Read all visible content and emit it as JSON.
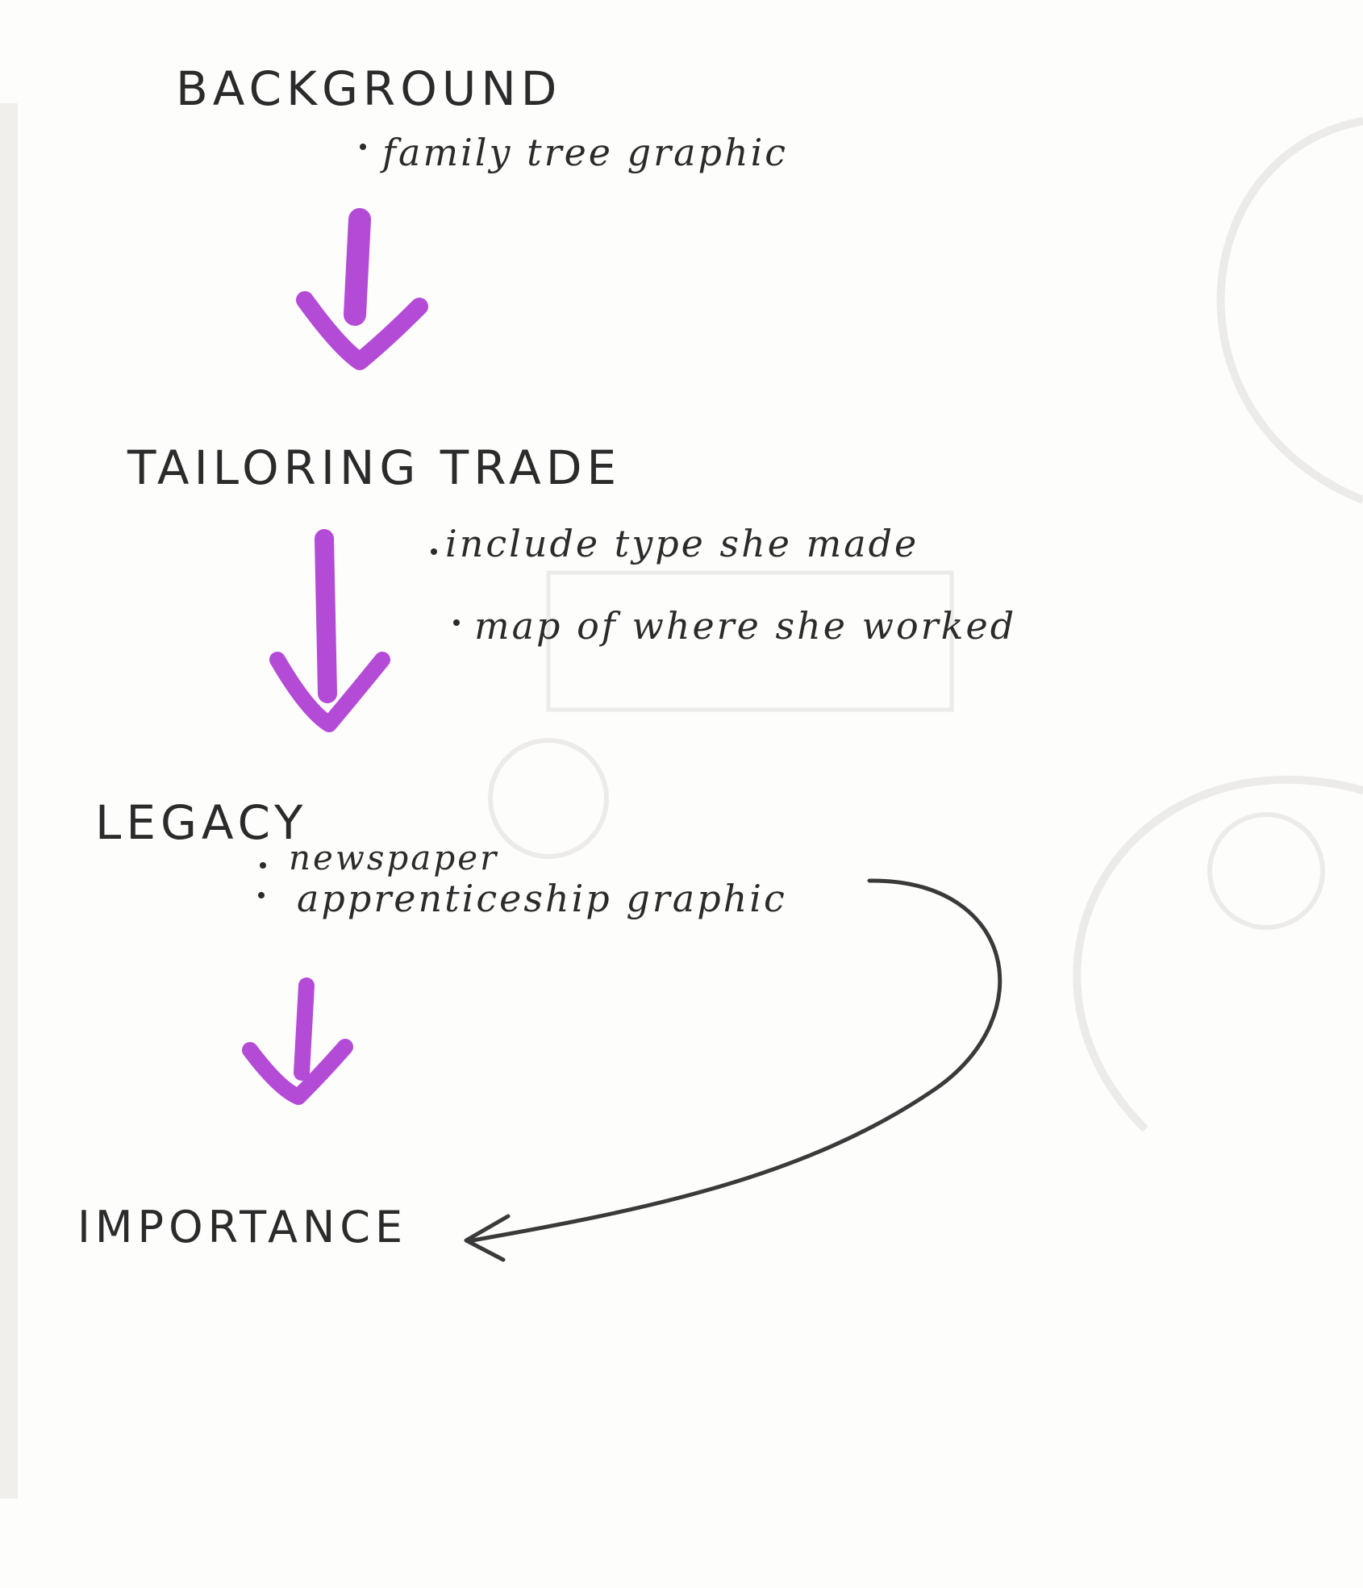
{
  "colors": {
    "paper": "#fdfdfc",
    "left_strip": "#f1efeb",
    "ink": "#2b2b2b",
    "arrow": "#b44bd6",
    "arrow_light": "#c56be0"
  },
  "steps": [
    {
      "id": "background",
      "heading": "BACKGROUND",
      "notes": [
        "family tree graphic"
      ]
    },
    {
      "id": "tailoring-trade",
      "heading": "TAILORING TRADE",
      "notes": [
        "include type she made",
        "map of where she worked"
      ]
    },
    {
      "id": "legacy",
      "heading": "LEGACY",
      "notes": [
        "newspaper",
        "apprenticeship graphic"
      ]
    },
    {
      "id": "importance",
      "heading": "IMPORTANCE",
      "notes": []
    }
  ],
  "connections": [
    {
      "from": "background",
      "to": "tailoring-trade",
      "style": "purple-marker-arrow"
    },
    {
      "from": "tailoring-trade",
      "to": "legacy",
      "style": "purple-marker-arrow"
    },
    {
      "from": "legacy",
      "to": "importance",
      "style": "purple-marker-arrow"
    },
    {
      "from": "legacy",
      "to": "importance",
      "style": "curved-pen-arrow"
    }
  ]
}
